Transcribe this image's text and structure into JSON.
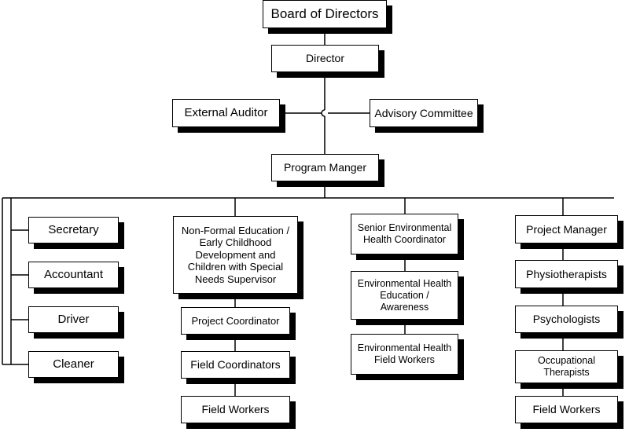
{
  "org": {
    "board": "Board of Directors",
    "director": "Director",
    "external_auditor": "External Auditor",
    "advisory_committee": "Advisory Committee",
    "program_manager": "Program Manger",
    "admin": {
      "secretary": "Secretary",
      "accountant": "Accountant",
      "driver": "Driver",
      "cleaner": "Cleaner"
    },
    "education": {
      "supervisor": "Non-Formal Education /\nEarly Childhood\nDevelopment and\nChildren with Special\nNeeds Supervisor",
      "project_coordinator": "Project Coordinator",
      "field_coordinators": "Field Coordinators",
      "field_workers": "Field Workers"
    },
    "environment": {
      "senior_coordinator": "Senior Environmental\nHealth Coordinator",
      "education_awareness": "Environmental Health\nEducation /\nAwareness",
      "field_workers": "Environmental Health\nField Workers"
    },
    "therapy": {
      "project_manager": "Project Manager",
      "physiotherapists": "Physiotherapists",
      "psychologists": "Psychologists",
      "occupational_therapists": "Occupational\nTherapists",
      "field_workers": "Field Workers"
    }
  }
}
